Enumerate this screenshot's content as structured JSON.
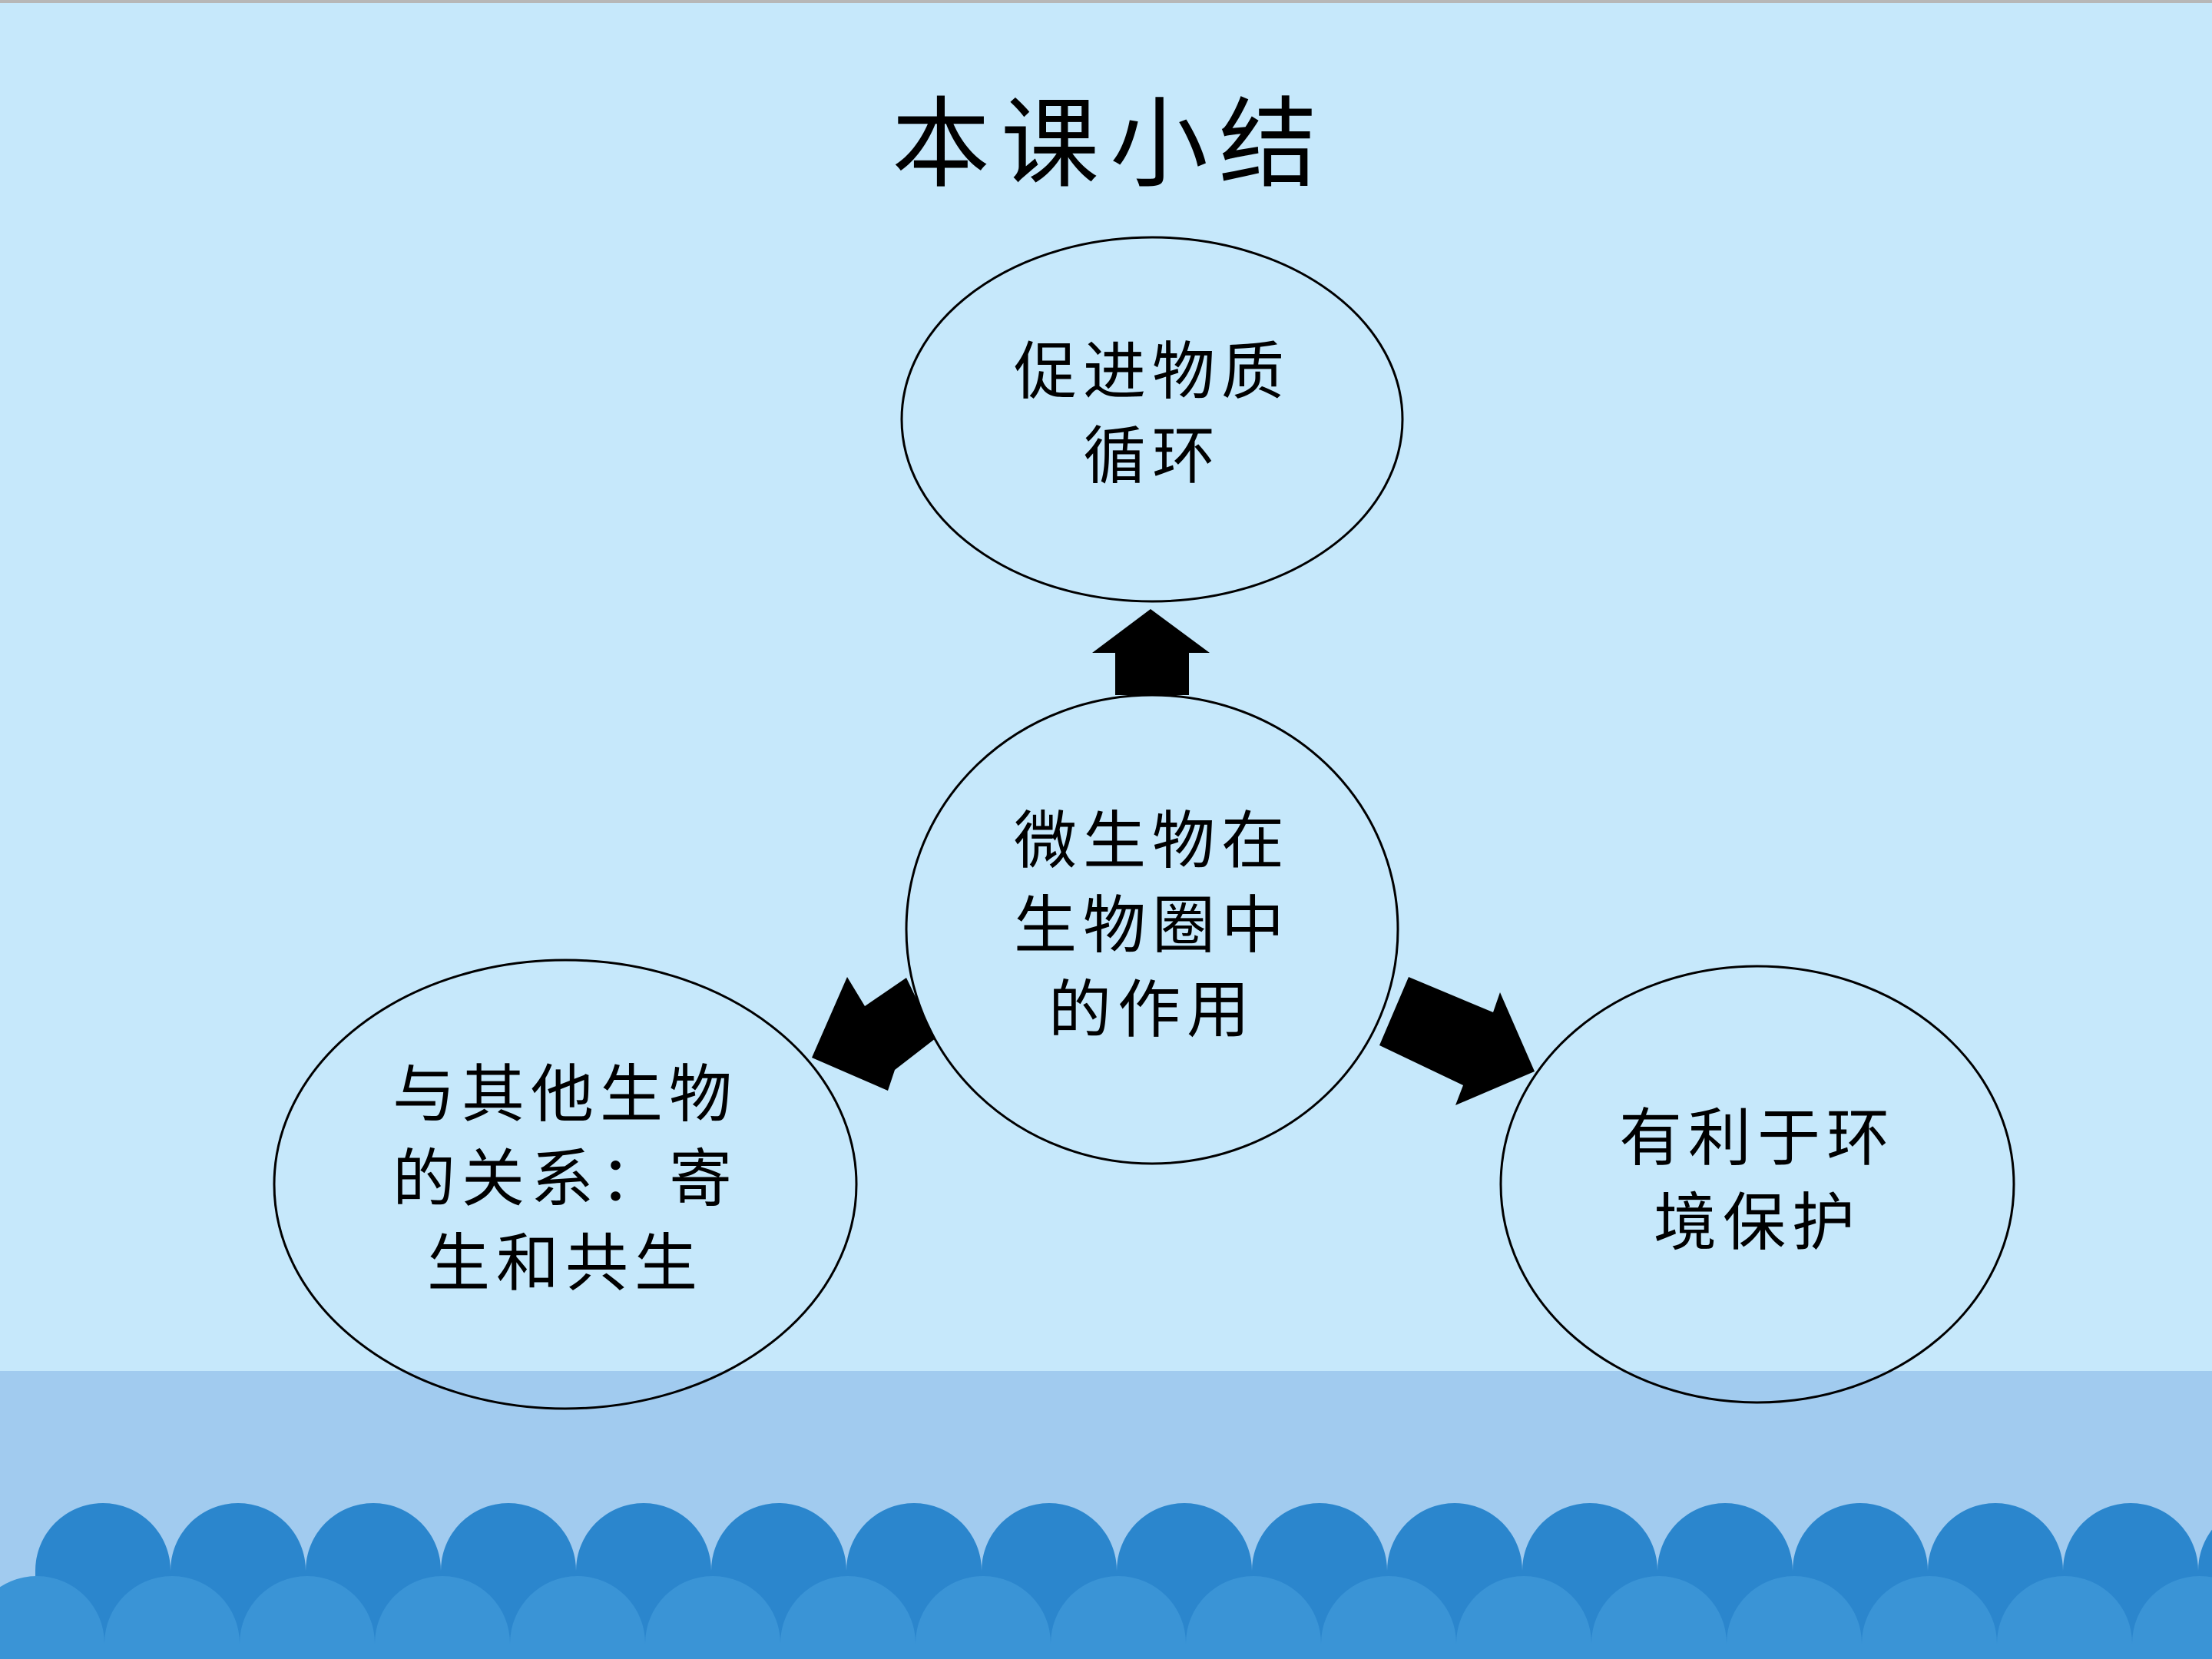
{
  "slide": {
    "title": "本课小结"
  },
  "diagram": {
    "center": {
      "lines": [
        "微生物在",
        "生物圈中",
        "的作用"
      ]
    },
    "top": {
      "lines": [
        "促进物质",
        "循环"
      ]
    },
    "left": {
      "lines": [
        "与其他生物",
        "的关系：寄",
        "生和共生"
      ]
    },
    "right": {
      "lines": [
        "有利于环",
        "境保护"
      ]
    }
  },
  "colors": {
    "sky": "#c6e8fb",
    "sea_band": "#a1cbef",
    "wave_dark": "#2b86cd",
    "wave_light": "#3a94d6",
    "border_top": "#b7b7b7",
    "ellipse_stroke": "#000000",
    "arrow_fill": "#000000"
  }
}
